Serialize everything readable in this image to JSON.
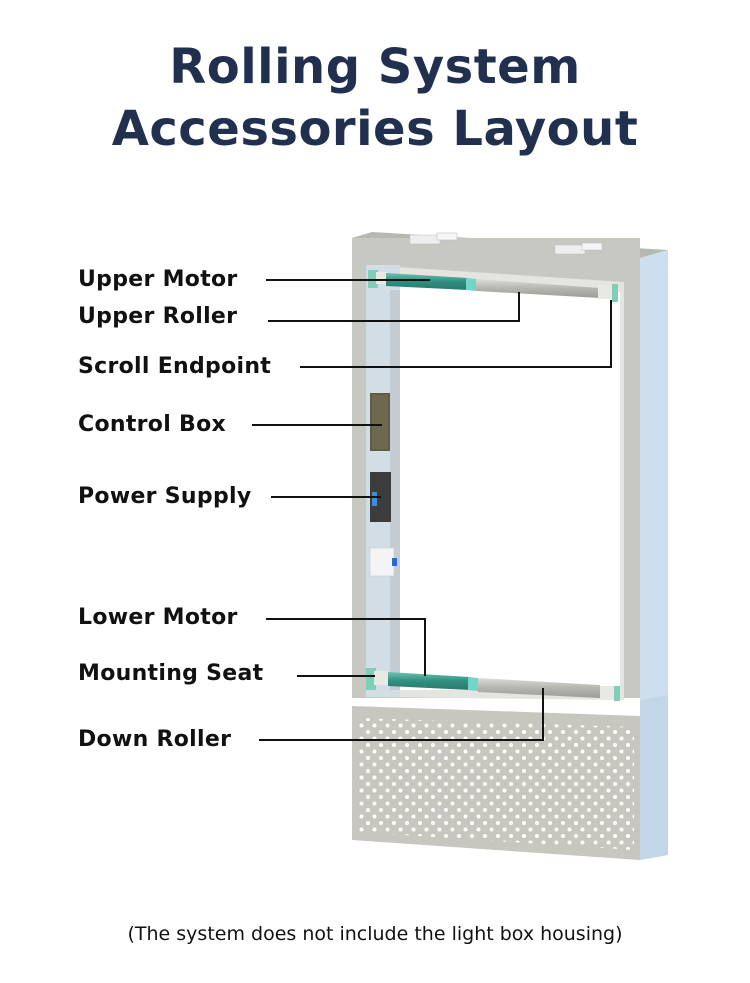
{
  "title": {
    "line1": "Rolling System",
    "line2": "Accessories Layout",
    "color": "#22304f"
  },
  "labels": [
    {
      "id": "upper-motor",
      "text": "Upper Motor"
    },
    {
      "id": "upper-roller",
      "text": "Upper Roller"
    },
    {
      "id": "scroll-endpoint",
      "text": "Scroll Endpoint"
    },
    {
      "id": "control-box",
      "text": "Control Box"
    },
    {
      "id": "power-supply",
      "text": "Power Supply"
    },
    {
      "id": "lower-motor",
      "text": "Lower Motor"
    },
    {
      "id": "mounting-seat",
      "text": "Mounting Seat"
    },
    {
      "id": "down-roller",
      "text": "Down Roller"
    }
  ],
  "footnote": "(The system does not include the light box housing)",
  "colors": {
    "frame": "#c9c9c3",
    "frame_side": "#cfe0ee",
    "motor": "#3a9c8c",
    "roller": "#b9b9b4",
    "leader_line": "#111111"
  }
}
